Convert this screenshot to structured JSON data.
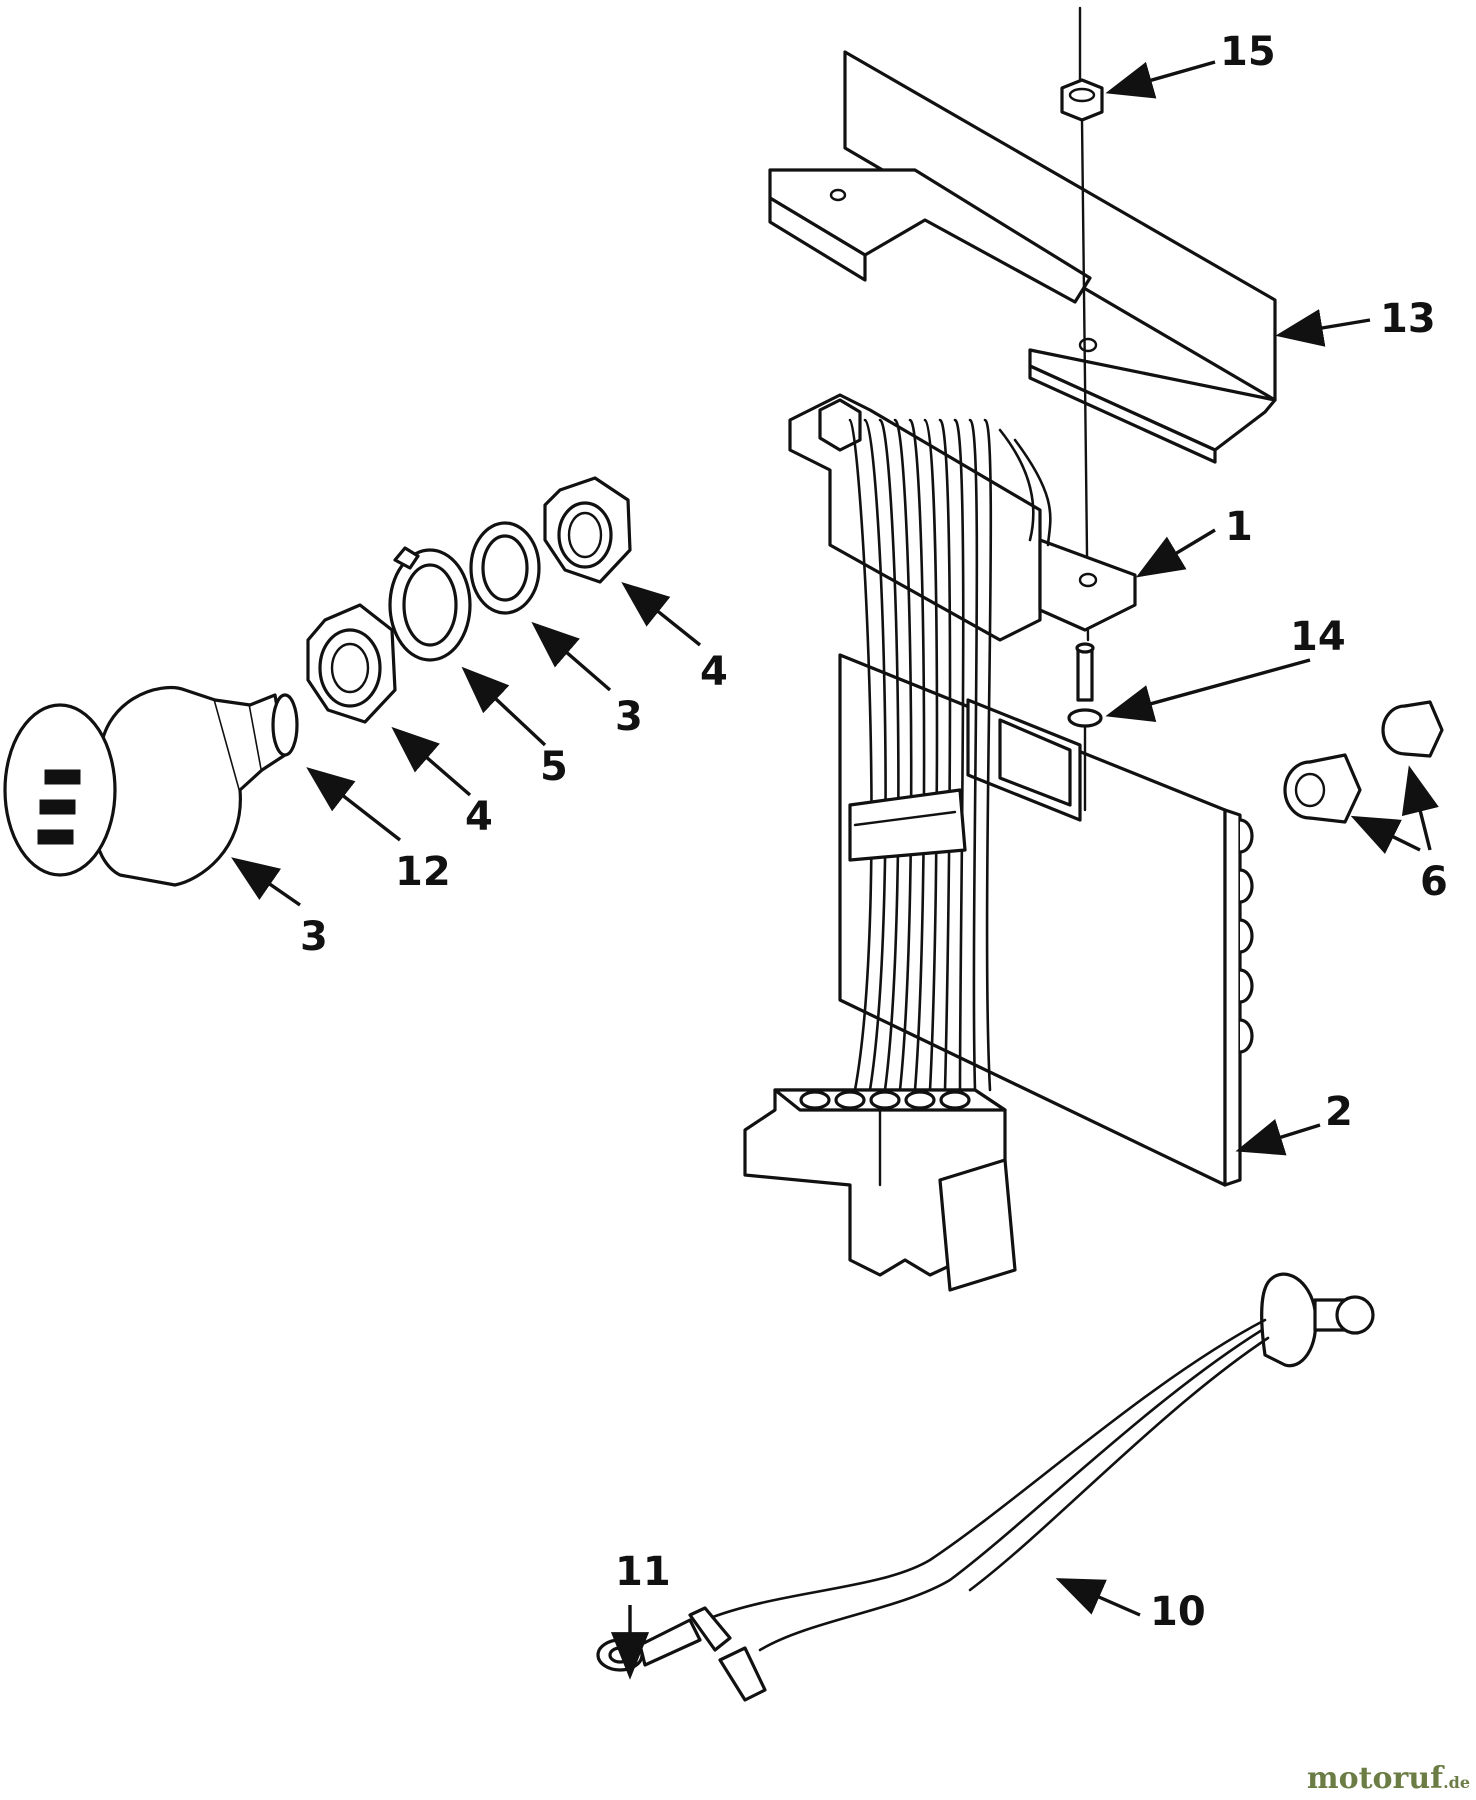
{
  "diagram": {
    "callouts": {
      "c15": "15",
      "c13": "13",
      "c1": "1",
      "c14": "14",
      "c4a": "4",
      "c3a": "3",
      "c5": "5",
      "c4b": "4",
      "c12": "12",
      "c3b": "3",
      "c6": "6",
      "c2": "2",
      "c11": "11",
      "c10": "10"
    }
  },
  "watermark": {
    "text": "motoruf",
    "suffix": ".de",
    "color": "#6b7d45"
  }
}
